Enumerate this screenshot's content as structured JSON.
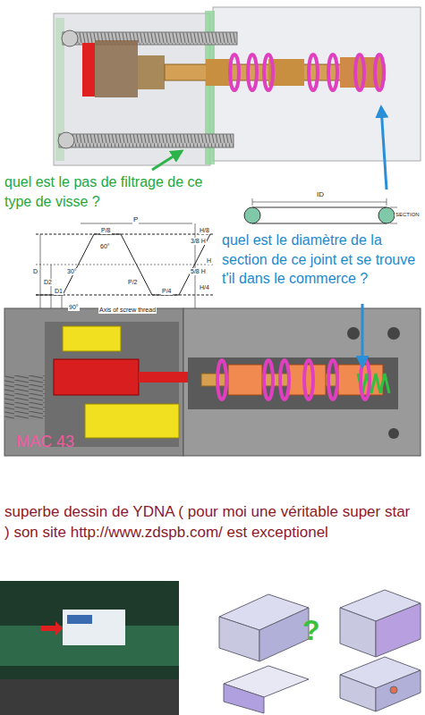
{
  "diagram": {
    "labels": [
      "quel est le pas de filtrage de ce type de visse ?",
      "quel est le diamètre de la section de ce joint et se trouve t'il dans le commerce ?",
      "ID",
      "SECTION",
      "P",
      "P/8",
      "60°",
      "H/8",
      "3/8 H",
      "5/8 H",
      "H/4",
      "H",
      "30°",
      "P/2",
      "P/4",
      "90°",
      "Axis of screw thread",
      "D",
      "D2",
      "D1",
      "MAC 43",
      "superbe dessin de YDNA ( pour moi une véritable super star ) son site http://www.zdspb.com/ est exceptionel",
      "?"
    ]
  }
}
